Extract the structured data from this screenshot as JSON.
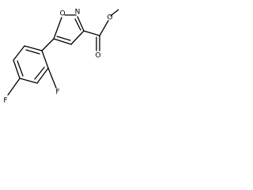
{
  "molecule": {
    "atom_labels": {
      "ring_oxygen": "O",
      "ring_nitrogen": "N",
      "carbonyl_oxygen": "O",
      "ester_oxygen": "O",
      "fluorine_ortho": "F",
      "fluorine_para": "F"
    },
    "colors": {
      "bond": "#000000",
      "label": "#000000",
      "background": "#ffffff"
    }
  }
}
